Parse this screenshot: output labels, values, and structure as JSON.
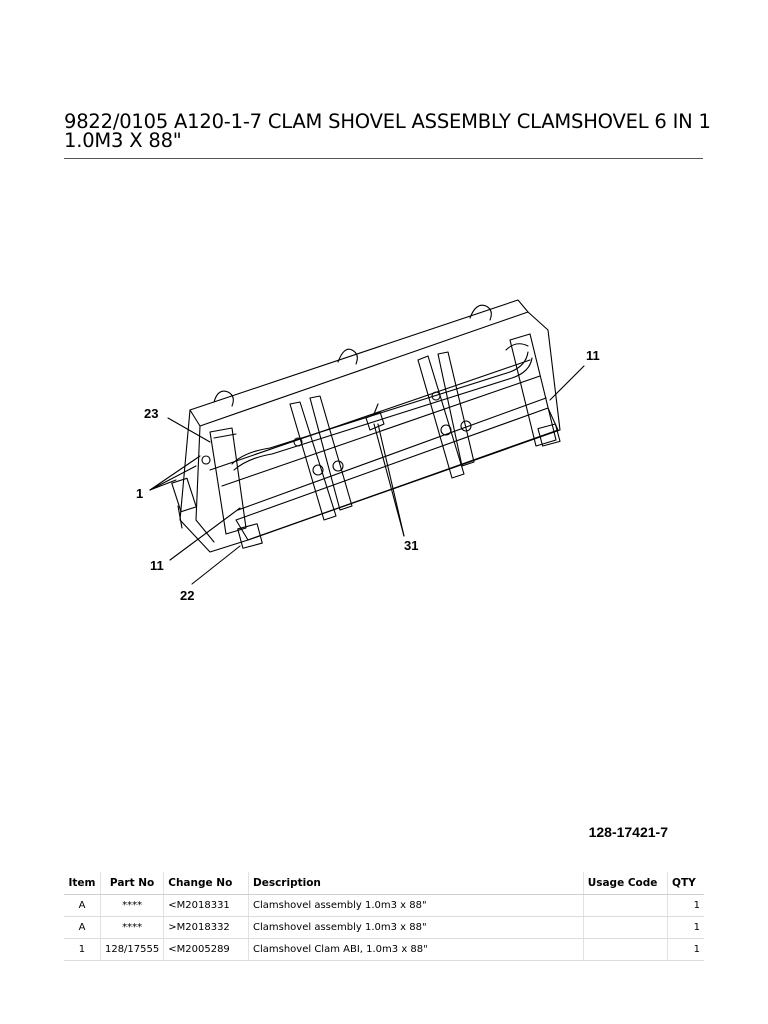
{
  "header": {
    "title": "9822/0105 A120-1-7 CLAM SHOVEL ASSEMBLY CLAMSHOVEL 6 IN 1 1.0M3 X 88\""
  },
  "diagram": {
    "callouts": {
      "c23": "23",
      "c1": "1",
      "c11_left": "11",
      "c22": "22",
      "c31": "31",
      "c11_right": "11"
    },
    "drawing_number": "128-17421-7"
  },
  "parts_table": {
    "headers": {
      "item": "Item",
      "part_no": "Part No",
      "change_no": "Change No",
      "description": "Description",
      "usage_code": "Usage Code",
      "qty": "QTY"
    },
    "rows": [
      {
        "item": "A",
        "part_no": "****",
        "change_no": "<M2018331",
        "description": "Clamshovel assembly 1.0m3 x 88\"",
        "usage_code": "",
        "qty": "1"
      },
      {
        "item": "A",
        "part_no": "****",
        "change_no": ">M2018332",
        "description": "Clamshovel assembly 1.0m3 x 88\"",
        "usage_code": "",
        "qty": "1"
      },
      {
        "item": "1",
        "part_no": "128/17555",
        "change_no": "<M2005289",
        "description": "Clamshovel Clam ABI, 1.0m3 x 88\"",
        "usage_code": "",
        "qty": "1"
      }
    ]
  }
}
